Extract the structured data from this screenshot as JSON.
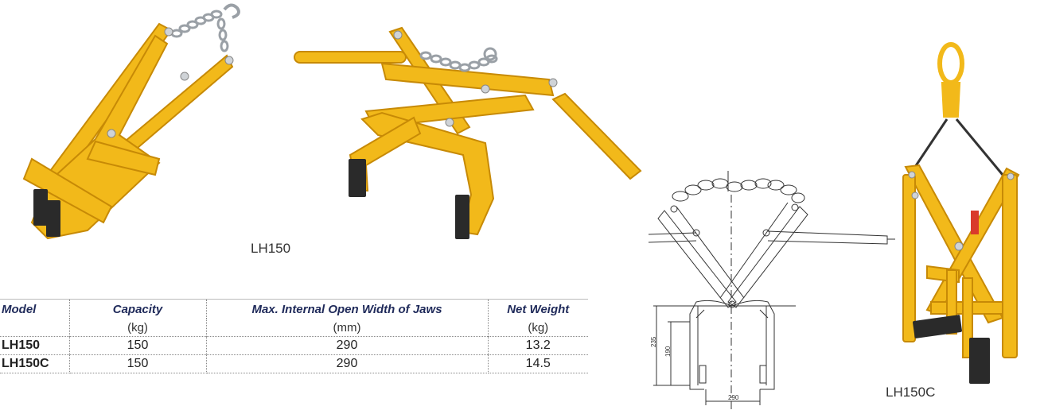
{
  "captions": {
    "lh150": "LH150",
    "lh150c": "LH150C"
  },
  "drawing": {
    "dim_overall": "235",
    "dim_inner": "190",
    "dim_width": "290"
  },
  "table": {
    "headers": [
      {
        "label": "Model",
        "unit": ""
      },
      {
        "label": "Capacity",
        "unit": "(kg)"
      },
      {
        "label": "Max. Internal Open Width of Jaws",
        "unit": "(mm)"
      },
      {
        "label": "Net Weight",
        "unit": "(kg)"
      }
    ],
    "rows": [
      {
        "model": "LH150",
        "capacity": "150",
        "width": "290",
        "weight": "13.2"
      },
      {
        "model": "LH150C",
        "capacity": "150",
        "width": "290",
        "weight": "14.5"
      }
    ]
  },
  "colors": {
    "tool_yellow": "#f2b91a",
    "tool_yellow_dark": "#c78a06",
    "pad_black": "#2a2a2a",
    "header_navy": "#1f2a5a"
  }
}
